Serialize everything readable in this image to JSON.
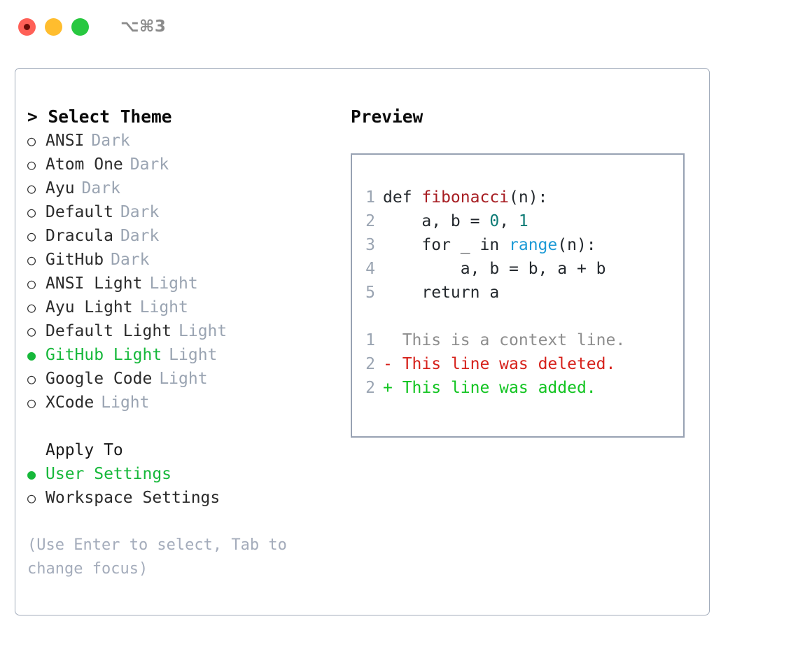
{
  "titlebar": {
    "shortcut": "⌥⌘3",
    "lights": [
      {
        "name": "close-button",
        "color": "#ff6057",
        "active_dot": true
      },
      {
        "name": "minimize-button",
        "color": "#ffbd2e",
        "active_dot": false
      },
      {
        "name": "maximize-button",
        "color": "#28c840",
        "active_dot": false
      }
    ]
  },
  "theme_panel": {
    "header": "> Select Theme",
    "items": [
      {
        "marker": "○",
        "label": "ANSI",
        "kind": "Dark",
        "selected": false
      },
      {
        "marker": "○",
        "label": "Atom One",
        "kind": "Dark",
        "selected": false
      },
      {
        "marker": "○",
        "label": "Ayu",
        "kind": "Dark",
        "selected": false
      },
      {
        "marker": "○",
        "label": "Default",
        "kind": "Dark",
        "selected": false
      },
      {
        "marker": "○",
        "label": "Dracula",
        "kind": "Dark",
        "selected": false
      },
      {
        "marker": "○",
        "label": "GitHub",
        "kind": "Dark",
        "selected": false
      },
      {
        "marker": "○",
        "label": "ANSI Light",
        "kind": "Light",
        "selected": false
      },
      {
        "marker": "○",
        "label": "Ayu Light",
        "kind": "Light",
        "selected": false
      },
      {
        "marker": "○",
        "label": "Default Light",
        "kind": "Light",
        "selected": false
      },
      {
        "marker": "●",
        "label": "GitHub Light",
        "kind": "Light",
        "selected": true
      },
      {
        "marker": "○",
        "label": "Google Code",
        "kind": "Light",
        "selected": false
      },
      {
        "marker": "○",
        "label": "XCode",
        "kind": "Light",
        "selected": false
      }
    ],
    "apply_to": {
      "header": "Apply To",
      "options": [
        {
          "marker": "●",
          "label": "User Settings",
          "selected": true
        },
        {
          "marker": "○",
          "label": "Workspace Settings",
          "selected": false
        }
      ]
    },
    "hint": "(Use Enter to select, Tab to change focus)"
  },
  "preview": {
    "title": "Preview",
    "code_lines": [
      {
        "number": "1",
        "tokens": [
          {
            "text": "def ",
            "type": "kw"
          },
          {
            "text": "fibonacci",
            "type": "fn"
          },
          {
            "text": "(n):",
            "type": "plain"
          }
        ]
      },
      {
        "number": "2",
        "tokens": [
          {
            "text": "    a, b = ",
            "type": "plain"
          },
          {
            "text": "0",
            "type": "num"
          },
          {
            "text": ", ",
            "type": "plain"
          },
          {
            "text": "1",
            "type": "num"
          }
        ]
      },
      {
        "number": "3",
        "tokens": [
          {
            "text": "    for _ in ",
            "type": "plain"
          },
          {
            "text": "range",
            "type": "call"
          },
          {
            "text": "(n):",
            "type": "plain"
          }
        ]
      },
      {
        "number": "4",
        "tokens": [
          {
            "text": "        a, b = b, a + b",
            "type": "plain"
          }
        ]
      },
      {
        "number": "5",
        "tokens": [
          {
            "text": "    return a",
            "type": "plain"
          }
        ]
      }
    ],
    "diff_lines": [
      {
        "number": "1",
        "sign": " ",
        "text": " This is a context line.",
        "kind": "context"
      },
      {
        "number": "2",
        "sign": "-",
        "text": " This line was deleted.",
        "kind": "deleted"
      },
      {
        "number": "2",
        "sign": "+",
        "text": " This line was added.",
        "kind": "added"
      }
    ]
  },
  "colors": {
    "accent_green": "#16b83a",
    "muted_gray": "#9aa4b2",
    "border": "#98a2b3",
    "diff_added": "#12c421",
    "diff_deleted": "#d6211b",
    "syntax_function": "#a71d22",
    "syntax_number": "#0e7c76",
    "syntax_call": "#1b9ad6"
  }
}
